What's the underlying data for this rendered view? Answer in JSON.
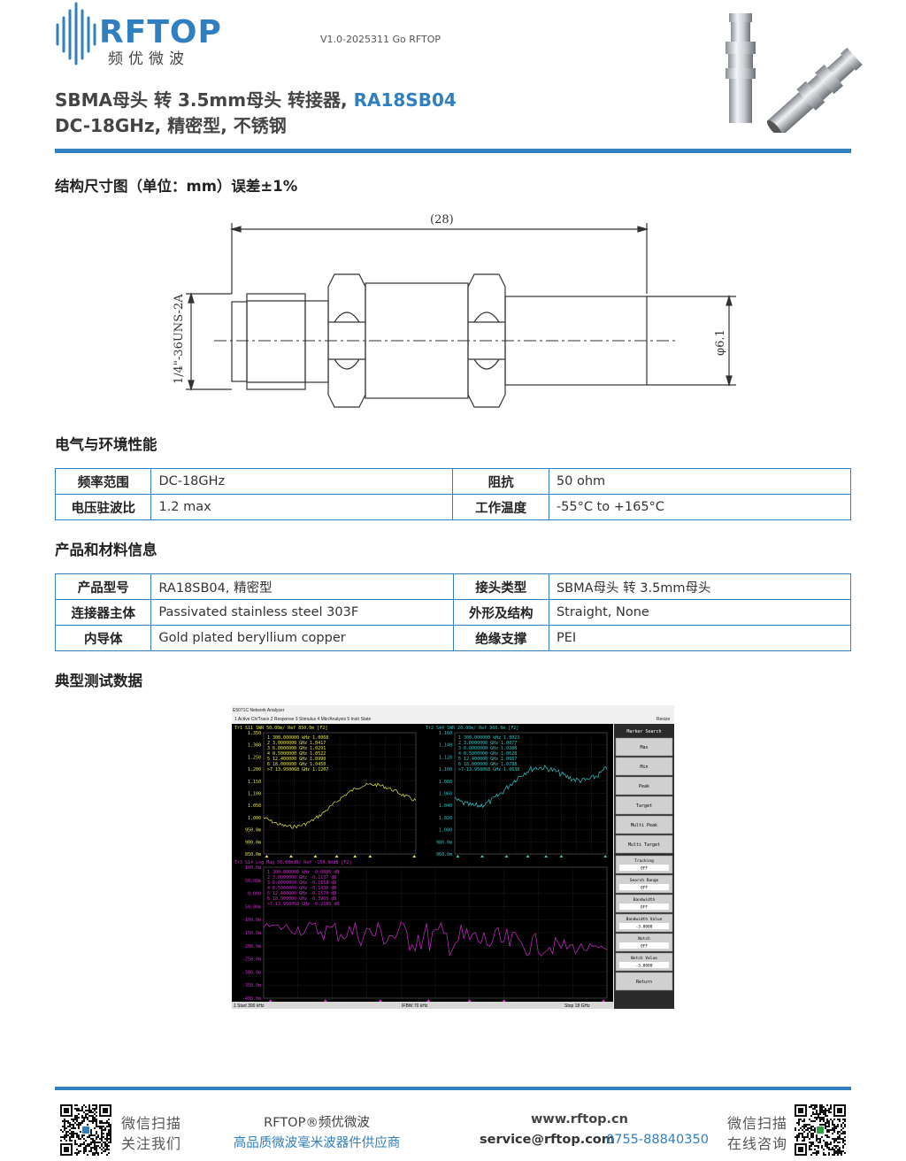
{
  "header": {
    "logo_text": "RFTOP",
    "logo_cn": "频优微波",
    "version": "V1.0-2025311   Go RFTOP",
    "title_line1_prefix": "SBMA母头 转 3.5mm母头 转接器, ",
    "part_number": "RA18SB04",
    "title_line2": "DC-18GHz, 精密型, 不锈钢"
  },
  "sections": {
    "dimension": "结构尺寸图（单位：mm）误差±1%",
    "electrical": "电气与环境性能",
    "product": "产品和材料信息",
    "test": "典型测试数据"
  },
  "drawing": {
    "length_label": "(28)",
    "thread_label": "1/4\"-36UNS-2A",
    "diameter_label": "φ6.1"
  },
  "electrical_table": [
    {
      "l1": "频率范围",
      "v1": "DC-18GHz",
      "l2": "阻抗",
      "v2": "50 ohm"
    },
    {
      "l1": "电压驻波比",
      "v1": "1.2 max",
      "l2": "工作温度",
      "v2": "-55°C to +165°C"
    }
  ],
  "product_table": [
    {
      "l1": "产品型号",
      "v1": "RA18SB04, 精密型",
      "l2": "接头类型",
      "v2": "SBMA母头 转 3.5mm母头"
    },
    {
      "l1": "连接器主体",
      "v1": "Passivated stainless steel 303F",
      "l2": "外形及结构",
      "v2": "Straight, None"
    },
    {
      "l1": "内导体",
      "v1": "Gold plated beryllium copper",
      "l2": "绝缘支撑",
      "v2": "PEI"
    }
  ],
  "vna": {
    "window_title": "E5071C Network Analyzer",
    "menu": "1 Active Ch/Trace   2 Response   3 Stimulus   4 Mkr/Analysis   5 Instr State",
    "resize": "Resize",
    "tr1_header": "Tr1  S11  SWR  50.00m/ Ref  850.0m  [F2]",
    "tr2_header": "Tr2  S44  SWR  20.00m/ Ref  960.0m  [F2]",
    "tr3_header": "Tr3  S14  Log Mag  50.00mdB/ Ref  -150.0mdB  [F2]",
    "tr1_y": [
      "1.350",
      "1.300",
      "1.250",
      "1.200",
      "1.150",
      "1.100",
      "1.050",
      "1.000",
      "950.0m",
      "900.0m",
      "850.0m"
    ],
    "tr2_y": [
      "1.160",
      "1.140",
      "1.120",
      "1.100",
      "1.080",
      "1.060",
      "1.040",
      "1.020",
      "1.000",
      "980.0m",
      "960.0m"
    ],
    "tr3_y": [
      "100.0m",
      "50.00m",
      "0.000",
      "-50.00m",
      "-100.0m",
      "-150.0m",
      "-200.0m",
      "-250.0m",
      "-300.0m",
      "-350.0m",
      "-400.0m"
    ],
    "tr1_markers": [
      "1   300.000000  kHz   1.0068",
      "2   3.0000000  GHz   1.0417",
      "3   6.0000000  GHz   1.0291",
      "4   8.5000000  GHz   1.0522",
      "5   12.400000  GHz   1.0990",
      "6   18.000000  GHz   1.0450",
      ">7  13.950068  GHz   1.1207"
    ],
    "tr2_markers": [
      "1   300.000000  kHz   1.0023",
      "2   3.0000000  GHz   1.0077",
      "3   6.0000000  GHz   1.0288",
      "4   8.5000000  GHz   1.0628",
      "5   12.400000  GHz   1.0667",
      "6   18.000000  GHz   1.0788",
      ">7  13.950068  GHz   1.0638"
    ],
    "tr3_markers": [
      "1   300.000000  kHz   -0.0086  dB",
      "2   3.0000000  GHz   -0.1137  dB",
      "3   6.0000000  GHz   -0.1658  dB",
      "4   8.5000000  GHz   -0.1435  dB",
      "5   12.400000  GHz   -0.1570  dB",
      "6   18.000000  GHz   -0.3965  dB",
      ">7  13.950068  GHz   -0.2189  dB"
    ],
    "status_start": "1  Start 300 kHz",
    "status_ifbw": "IFBW 70 kHz",
    "status_stop": "Stop 18 GHz",
    "side_title": "Marker Search",
    "side_buttons": [
      "Max",
      "Min",
      "Peak",
      "Target",
      "Multi Peak",
      "Multi Target"
    ],
    "side_settings": [
      {
        "label": "Tracking",
        "value": "OFF"
      },
      {
        "label": "Search Range",
        "value": "OFF"
      },
      {
        "label": "Bandwidth",
        "value": "OFF"
      },
      {
        "label": "Bandwidth Value",
        "value": "-3.0000"
      },
      {
        "label": "Notch",
        "value": "OFF"
      },
      {
        "label": "Notch Value",
        "value": "-3.0000"
      }
    ],
    "side_return": "Return",
    "colors": {
      "tr1": "#e8e83a",
      "tr2": "#2fc6c6",
      "tr3": "#d12ad1",
      "bg": "#000000"
    }
  },
  "footer": {
    "wechat_scan": "微信扫描",
    "follow_us": "关注我们",
    "brand": "RFTOP®频优微波",
    "slogan": "高品质微波毫米波器件供应商",
    "website": "www.rftop.cn",
    "email": "service@rftop.com",
    "phone": "0755-88840350",
    "consult": "在线咨询"
  }
}
